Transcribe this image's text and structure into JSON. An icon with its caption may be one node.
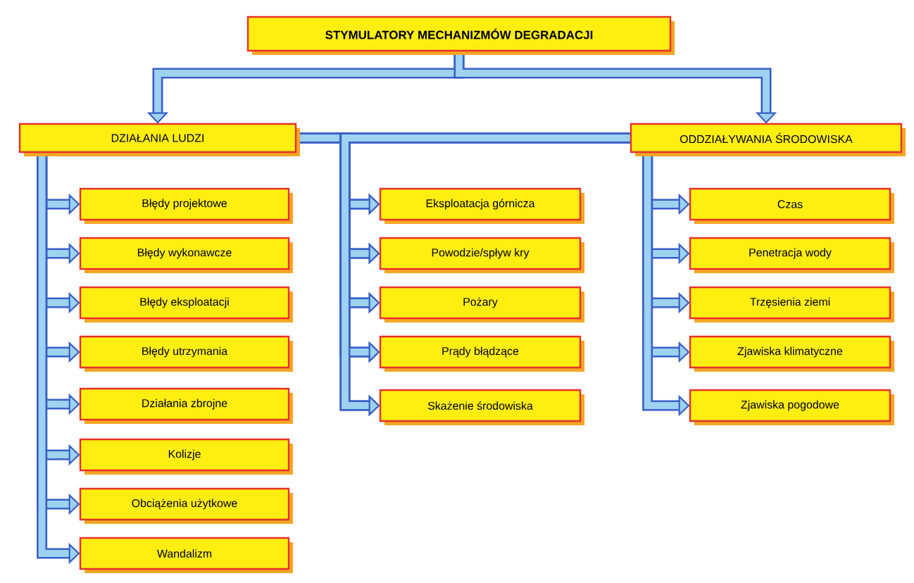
{
  "diagram": {
    "nodes": [
      {
        "text": [
          "STYMULATORY MECHANIZMÓW DEGRADACJI"
        ]
      },
      {
        "text": [
          "DZIAŁANIA LUDZI"
        ]
      },
      {
        "text": [
          "ODDZIAŁYWANIA ŚRODOWISKA"
        ]
      },
      {
        "text": [
          "Błędy projektowe"
        ]
      },
      {
        "text": [
          "Błędy wykonawcze"
        ]
      },
      {
        "text": [
          "Błędy eksploatacji"
        ]
      },
      {
        "text": [
          "Błędy utrzymania"
        ]
      },
      {
        "text": [
          "Działania zbrojne"
        ]
      },
      {
        "text": [
          "Kolizje"
        ]
      },
      {
        "text": [
          "Obciążenia użytkowe"
        ]
      },
      {
        "text": [
          "Wandalizm"
        ]
      },
      {
        "text": [
          "Eksploatacja górnicza"
        ]
      },
      {
        "text": [
          "Powodzie/spływ kry"
        ]
      },
      {
        "text": [
          "Pożary"
        ]
      },
      {
        "text": [
          "Prądy błądzące"
        ]
      },
      {
        "text": [
          "Skażenie środowiska"
        ]
      },
      {
        "text": [
          "Czas"
        ]
      },
      {
        "text": [
          "Penetracja wody"
        ]
      },
      {
        "text": [
          "Trzęsienia ziemi"
        ]
      },
      {
        "text": [
          "Zjawiska klimatyczne"
        ]
      },
      {
        "text": [
          "Zjawiska pogodowe"
        ]
      }
    ],
    "edges": [
      {
        "from": 0,
        "to": 1,
        "arrow": "to"
      },
      {
        "from": 0,
        "to": 2,
        "arrow": "to"
      },
      {
        "from": 1,
        "to": 3,
        "arrow": "to"
      },
      {
        "from": 1,
        "to": 4,
        "arrow": "to"
      },
      {
        "from": 1,
        "to": 5,
        "arrow": "to"
      },
      {
        "from": 1,
        "to": 6,
        "arrow": "to"
      },
      {
        "from": 1,
        "to": 7,
        "arrow": "to"
      },
      {
        "from": 1,
        "to": 8,
        "arrow": "to"
      },
      {
        "from": 1,
        "to": 9,
        "arrow": "to"
      },
      {
        "from": 1,
        "to": 10,
        "arrow": "to"
      },
      {
        "from": 1,
        "to": 11,
        "arrow": "to"
      },
      {
        "from": 1,
        "to": 12,
        "arrow": "to"
      },
      {
        "from": 1,
        "to": 13,
        "arrow": "to"
      },
      {
        "from": 1,
        "to": 14,
        "arrow": "to"
      },
      {
        "from": 1,
        "to": 15,
        "arrow": "to"
      },
      {
        "from": 2,
        "to": 11,
        "arrow": "to"
      },
      {
        "from": 2,
        "to": 12,
        "arrow": "to"
      },
      {
        "from": 2,
        "to": 13,
        "arrow": "to"
      },
      {
        "from": 2,
        "to": 14,
        "arrow": "to"
      },
      {
        "from": 2,
        "to": 15,
        "arrow": "to"
      },
      {
        "from": 2,
        "to": 16,
        "arrow": "to"
      },
      {
        "from": 2,
        "to": 17,
        "arrow": "to"
      },
      {
        "from": 2,
        "to": 18,
        "arrow": "to"
      },
      {
        "from": 2,
        "to": 19,
        "arrow": "to"
      },
      {
        "from": 2,
        "to": 20,
        "arrow": "to"
      }
    ]
  }
}
